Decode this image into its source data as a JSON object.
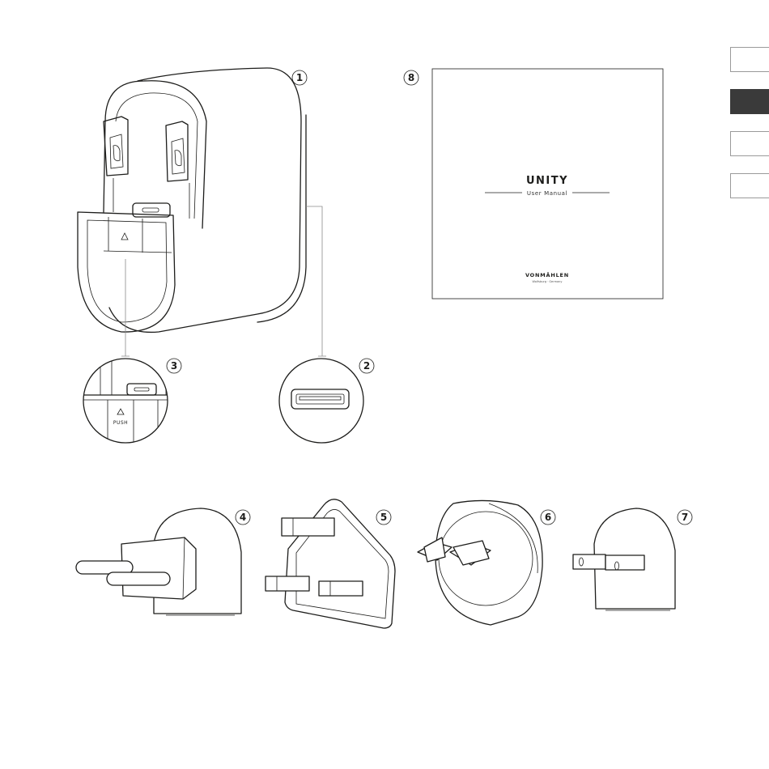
{
  "callouts": {
    "n1": "1",
    "n2": "2",
    "n3": "3",
    "n4": "4",
    "n5": "5",
    "n6": "6",
    "n7": "7",
    "n8": "8"
  },
  "manual": {
    "title": "UNITY",
    "subtitle": "User Manual",
    "brand": "VONMÄHLEN",
    "brand_tagline": "Wolfsburg · Germany"
  },
  "detail_label": "PUSH",
  "side_tabs": [
    {
      "name": "tab-1",
      "active": false
    },
    {
      "name": "tab-2",
      "active": true
    },
    {
      "name": "tab-3",
      "active": false
    },
    {
      "name": "tab-4",
      "active": false
    }
  ],
  "colors": {
    "line": "#1d1d1b",
    "active_tab": "#3a3a3a",
    "tab_border": "#9a9a9a"
  }
}
